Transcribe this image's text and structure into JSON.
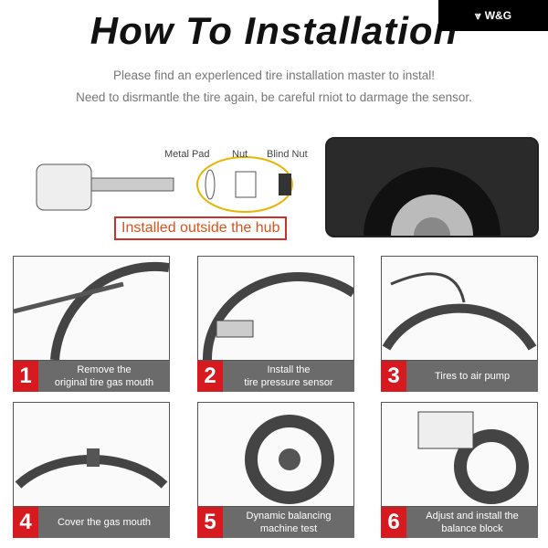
{
  "title": "How To Installation",
  "logo": "W&G",
  "subtitle_lines": [
    "Please find an experlenced tire installation master to instal!",
    "Need to disrmantle the tire again, be careful rniot to darmage the sensor."
  ],
  "diagram": {
    "labels": [
      "Metal Pad",
      "Nut",
      "Blind Nut"
    ],
    "hub_label": "Installed outside the hub"
  },
  "steps": [
    {
      "num": "1",
      "line1": "Remove the",
      "line2": "original tire gas mouth"
    },
    {
      "num": "2",
      "line1": "Install the",
      "line2": "tire pressure sensor"
    },
    {
      "num": "3",
      "line1": "Tires to air pump",
      "line2": ""
    },
    {
      "num": "4",
      "line1": "Cover the gas mouth",
      "line2": ""
    },
    {
      "num": "5",
      "line1": "Dynamic balancing",
      "line2": "machine test"
    },
    {
      "num": "6",
      "line1": "Adjust and install the",
      "line2": "balance block"
    }
  ],
  "colors": {
    "accent": "#d71920",
    "label_bg": "#6b6b6b",
    "hub_border": "#c8322a"
  }
}
